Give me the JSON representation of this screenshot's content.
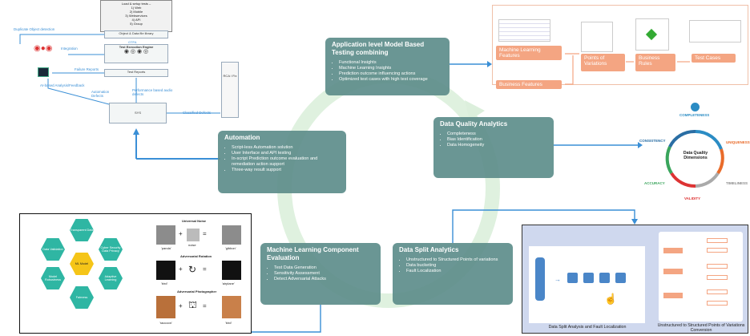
{
  "pipeline": {
    "load_setup": [
      "Load & setup tests –",
      "1) Web",
      "2) Mobile",
      "3) Webservices",
      "4) API",
      "5) Group"
    ],
    "object_library": "Object & Data file library",
    "otfa": "OTFA",
    "test_engine": "Test Execution Engine",
    "test_reports": "Test Reports",
    "duplicate_detection": "Duplicate Object detection",
    "integration": "Integration",
    "failure_reports": "Failure Reports",
    "ai_based_analysis": "AI-based Analysis/Feedback",
    "automation_defects": "Automation Defects",
    "performance_defects": "Performance based audio defects",
    "classified_defects": "Classified Defects",
    "sys_box": "SYS",
    "tall_box": "RCA / Fix"
  },
  "cycle": {
    "app_level": {
      "title": "Application level Model Based Testing combining",
      "items": [
        "Functional Insights",
        "Machine Learning Insights",
        "Prediction outcome influencing actions",
        "Optimized test cases with high test coverage"
      ]
    },
    "data_quality": {
      "title": "Data Quality Analytics",
      "items": [
        "Completeness",
        "Bias Identification",
        "Data Homogeneity"
      ]
    },
    "data_split": {
      "title": "Data Split Analytics",
      "items": [
        "Unstructured to Structured Points of variations",
        "Data bucketing",
        "Fault Localization"
      ]
    },
    "ml_component": {
      "title": "Machine Learning Component Evaluation",
      "items": [
        "Test Data Generation",
        "Sensitivity Assessment",
        "Detect Adversarial Attacks"
      ]
    },
    "automation": {
      "title": "Automation",
      "items": [
        "Script-less Automation solution",
        "User Interface and API testing",
        "In-script Prediction outcome evaluation and remediation action support",
        "Three-way result support"
      ]
    }
  },
  "mbt_panel": {
    "ml_features": "Machine Learning Features",
    "business_features": "Business Features",
    "points_of_variations": "Points of Variations",
    "business_rules": "Business Rules",
    "test_cases": "Test Cases"
  },
  "dq_dimensions": {
    "center": "Data Quality Dimensions",
    "items": [
      "COMPLETENESS",
      "CONSISTENCY",
      "UNIQUENESS",
      "ACCURACY",
      "TIMELINESS",
      "VALIDITY"
    ]
  },
  "split_panel": {
    "left_caption": "Data Split Analysis and Fault Localization",
    "right_caption": "Unstructured to Structured Points of Variations Conversion"
  },
  "ml_panel": {
    "hex_center": "ML Model",
    "hexes": [
      "Transparent Data",
      "Data Validation",
      "Cyber Security Data Privacy",
      "Model Robustness",
      "Adaptive Learning",
      "Fairness"
    ],
    "captions": [
      "Universal Noise",
      "Adversarial Rotation",
      "Adversarial Photographer"
    ],
    "sublabels": [
      [
        "'panda'",
        "noise",
        "'gibbon'"
      ],
      [
        "'bird'",
        "",
        "'airplane'"
      ],
      [
        "'raccoon'",
        "",
        "'bird'"
      ]
    ]
  },
  "colors": {
    "teal": "#5f8f8c",
    "cycle": "#d8ecd8",
    "blue": "#3a8fd6",
    "orange": "#f4a582"
  }
}
